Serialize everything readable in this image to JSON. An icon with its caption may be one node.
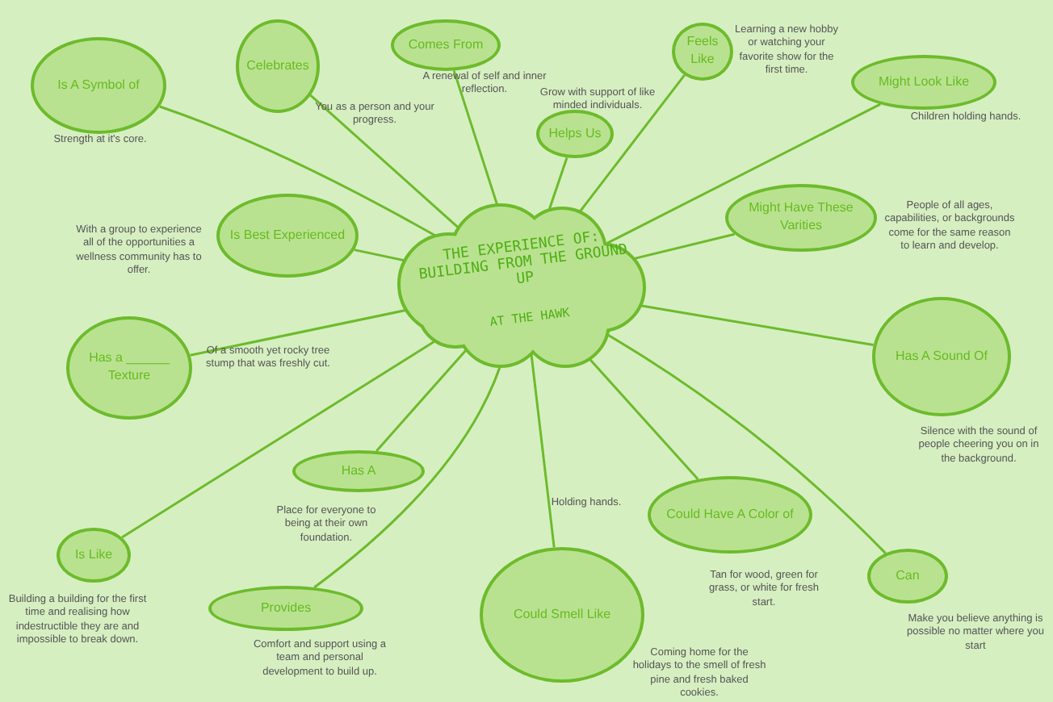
{
  "diagram": {
    "nodes": [
      {
        "text": [
          "THE EXPERIENCE OF: BUILDING FROM THE GROUND UP",
          "AT THE HAWK"
        ]
      },
      {
        "text": [
          "Is A Symbol of"
        ],
        "beside": [
          "Strength at it's core."
        ]
      },
      {
        "text": [
          "Celebrates"
        ],
        "beside": [
          "You as a person and your progress."
        ]
      },
      {
        "text": [
          "Comes From"
        ],
        "beside": [
          "A renewal of self and inner reflection."
        ]
      },
      {
        "text": [
          "Helps Us"
        ],
        "beside": [
          "Grow with support of like minded individuals."
        ]
      },
      {
        "text": [
          "Feels Like"
        ],
        "beside": [
          "Learning a new hobby or watching your favorite show for the first time."
        ]
      },
      {
        "text": [
          "Might Look Like"
        ],
        "beside": [
          "Children holding hands."
        ]
      },
      {
        "text": [
          "Might Have These Varities"
        ],
        "beside": [
          "People of all ages, capabilities, or backgrounds come for the same reason to learn and develop."
        ]
      },
      {
        "text": [
          "Is Best Experienced"
        ],
        "beside": [
          "With a group to experience all of the opportunities a wellness community has to offer."
        ]
      },
      {
        "text": [
          "Has a ______ Texture"
        ],
        "beside": [
          "Of a smooth yet rocky tree stump that was freshly cut."
        ]
      },
      {
        "text": [
          "Has A Sound Of"
        ],
        "beside": [
          "Silence with the sound of people cheering you on in the background."
        ]
      },
      {
        "text": [
          "Has A"
        ],
        "beside": [
          "Place for everyone to being at their own foundation."
        ]
      },
      {
        "text": [
          "Could Have A Color of"
        ],
        "beside": [
          "Tan for wood, green for grass, or white for fresh start."
        ]
      },
      {
        "text": [
          "Is Like"
        ],
        "beside": [
          "Building a building for the first time and realising how indestructible they are and impossible to break down."
        ]
      },
      {
        "text": [
          "Can"
        ],
        "beside": [
          "Make you believe anything is possible no matter where you start"
        ]
      },
      {
        "text": [
          "Provides"
        ],
        "beside": [
          "Comfort and support using a team and personal development to build up."
        ]
      },
      {
        "text": [
          "Could Smell Like"
        ],
        "beside": [
          "Coming home for the holidays to the smell of fresh pine and fresh baked cookies."
        ]
      }
    ],
    "edges": [
      {
        "from": 0,
        "to": 1,
        "arrow": "none"
      },
      {
        "from": 0,
        "to": 2,
        "arrow": "none"
      },
      {
        "from": 0,
        "to": 3,
        "arrow": "none"
      },
      {
        "from": 0,
        "to": 4,
        "arrow": "none"
      },
      {
        "from": 0,
        "to": 5,
        "arrow": "none"
      },
      {
        "from": 0,
        "to": 6,
        "arrow": "none"
      },
      {
        "from": 0,
        "to": 7,
        "arrow": "none"
      },
      {
        "from": 0,
        "to": 8,
        "arrow": "none"
      },
      {
        "from": 0,
        "to": 9,
        "arrow": "none"
      },
      {
        "from": 0,
        "to": 10,
        "arrow": "none"
      },
      {
        "from": 0,
        "to": 11,
        "arrow": "none"
      },
      {
        "from": 0,
        "to": 12,
        "arrow": "none"
      },
      {
        "from": 0,
        "to": 13,
        "arrow": "none"
      },
      {
        "from": 0,
        "to": 14,
        "arrow": "none"
      },
      {
        "from": 0,
        "to": 15,
        "arrow": "none"
      },
      {
        "from": 0,
        "to": 16,
        "arrow": "none"
      }
    ],
    "labels": [
      "Holding hands."
    ]
  }
}
